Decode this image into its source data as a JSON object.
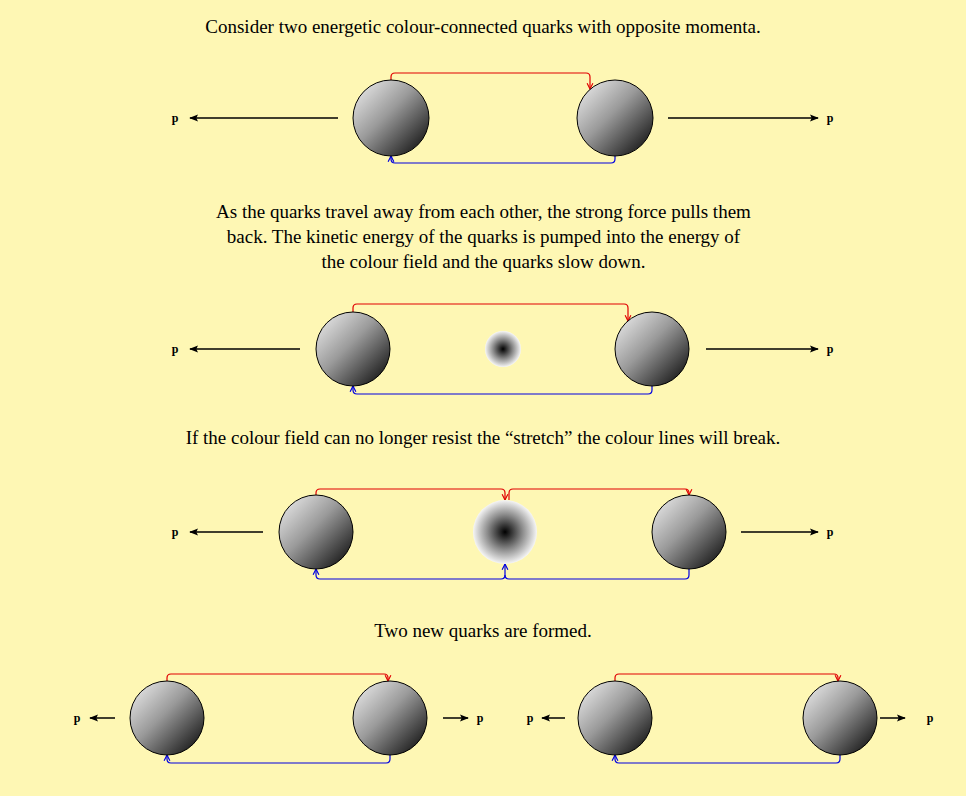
{
  "diagram": {
    "labels": [
      "Consider two energetic colour-connected quarks with opposite momenta.",
      "p",
      "p",
      "As the quarks travel away from each other, the strong force pulls them back. The kinetic energy of the quarks is pumped into the energy of the colour field and the quarks slow down.",
      "p",
      "p",
      "If the colour field can no longer resist the “stretch” the colour lines will break.",
      "p",
      "p",
      "Two new quarks are formed.",
      "p",
      "p",
      "p",
      "p"
    ]
  }
}
